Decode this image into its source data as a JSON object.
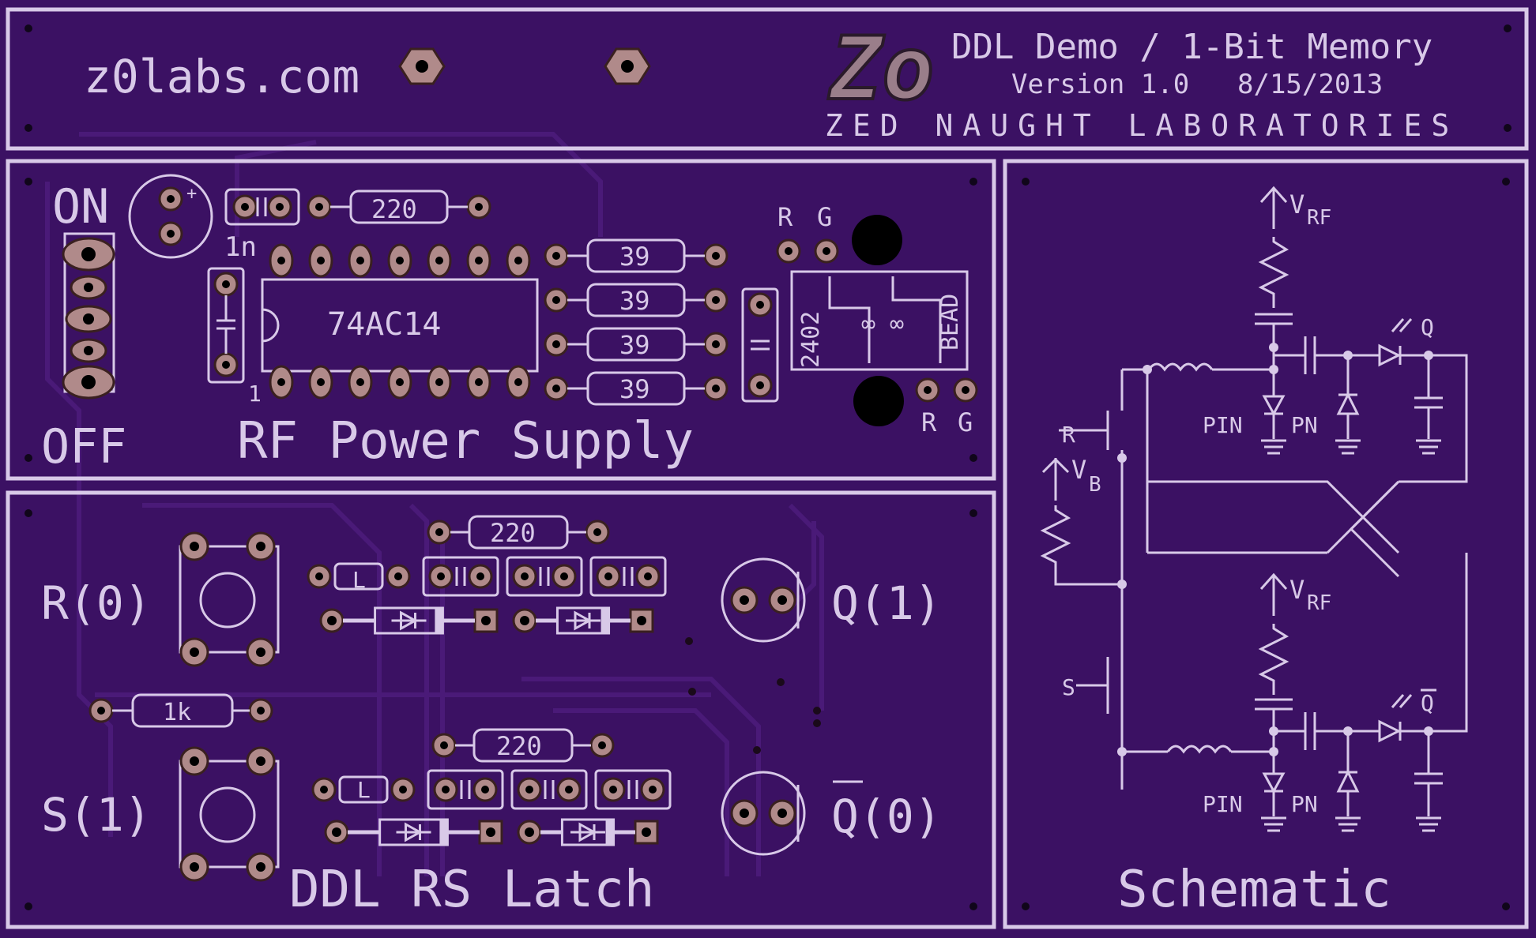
{
  "header": {
    "website": "z0labs.com",
    "logo_text": "Zo",
    "title": "DDL Demo / 1-Bit Memory",
    "version": "Version 1.0",
    "date": "8/15/2013",
    "company": "ZED NAUGHT LABORATORIES"
  },
  "power_section": {
    "on_label": "ON",
    "off_label": "OFF",
    "title": "RF Power Supply",
    "ic_label": "74AC14",
    "pin1_label": "1",
    "cap_label": "1n",
    "r_top": "220",
    "r39": [
      "39",
      "39",
      "39",
      "39"
    ],
    "rg_top": [
      "R",
      "G"
    ],
    "rg_bottom": [
      "R",
      "G"
    ],
    "part_2402": "2402",
    "part_bead": "BEAD"
  },
  "latch_section": {
    "title": "DDL RS Latch",
    "reset_label": "R(0)",
    "set_label": "S(1)",
    "q_label": "Q(1)",
    "qbar_label": "Q(0)",
    "r220_top": "220",
    "r220_bottom": "220",
    "r1k": "1k",
    "inductor_label": "L"
  },
  "schematic_section": {
    "title": "Schematic",
    "vrf": "V",
    "vrf_sub": "RF",
    "vb": "V",
    "vb_sub": "B",
    "q": "Q",
    "qbar": "Q",
    "r": "R",
    "s": "S",
    "pin": "PIN",
    "pn": "PN"
  },
  "colors": {
    "board": "#3b1163",
    "silkscreen": "#d8c9e8",
    "pad": "#b08a8a"
  }
}
